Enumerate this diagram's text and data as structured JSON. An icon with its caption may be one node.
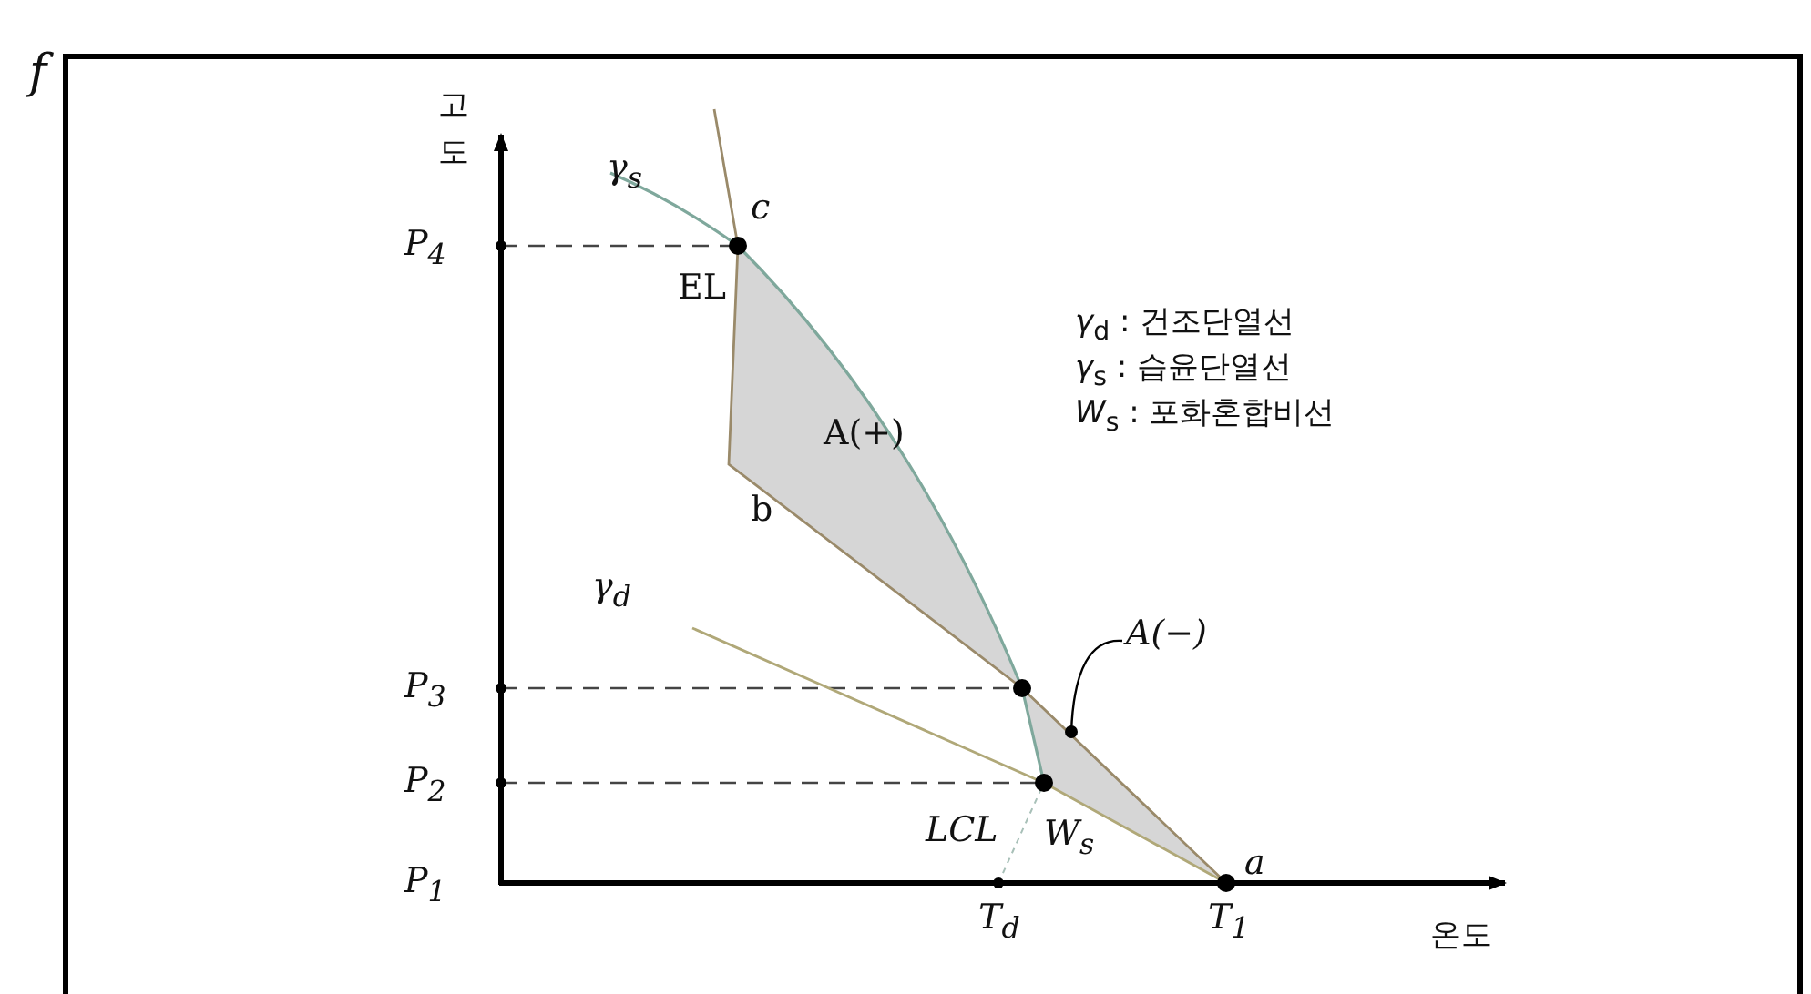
{
  "diagram": {
    "nodes": [
      {
        "text": [
          "A(−)"
        ]
      },
      {
        "text": [],
        "shape": "triangle"
      }
    ],
    "edges": [
      {
        "from": 0,
        "to": 1,
        "arrow": "other"
      }
    ],
    "labels": [
      "f",
      "고도",
      "γ$_{s}$",
      "c",
      "P$_{4}$",
      "EL",
      "*γ*$_{d}$ : 건조단열선",
      "*γ*$_{s}$ : 습윤단열선",
      "*W*$_{s}$ : 포화혼합비선",
      "A(+)",
      "b",
      "γ$_{d}$",
      "P$_{3}$",
      "P$_{2}$",
      "LCL",
      "W$_{s}$",
      "P$_{1}$",
      "a",
      "T$_{d}$",
      "T$_{1}$",
      "온도"
    ]
  }
}
